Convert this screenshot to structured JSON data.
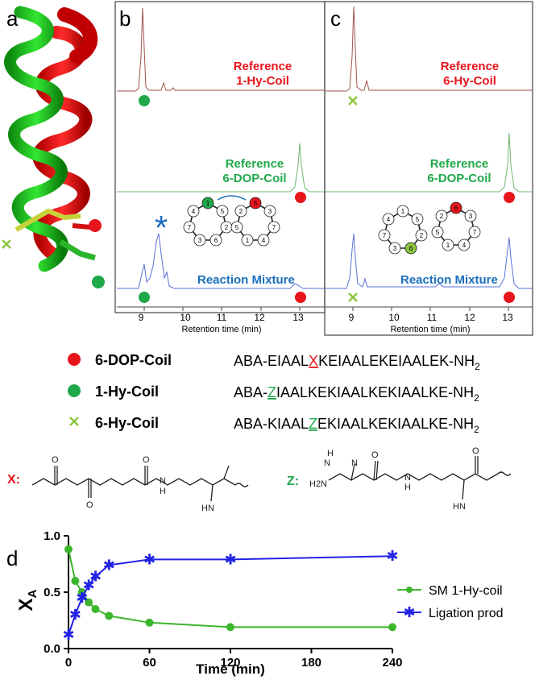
{
  "panels": {
    "a": "a",
    "b": "b",
    "c": "c",
    "d": "d"
  },
  "panel_b": {
    "ref1_line1": "Reference",
    "ref1_line2": "1-Hy-Coil",
    "ref2_line1": "Reference",
    "ref2_line2": "6-DOP-Coil",
    "mix": "Reaction Mixture",
    "xticks": [
      "9",
      "10",
      "11",
      "12",
      "13"
    ],
    "xlabel": "Retention time (min)",
    "wheel_left": [
      "1",
      "5",
      "2",
      "6",
      "3",
      "7",
      "4"
    ],
    "wheel_right": [
      "6",
      "3",
      "7",
      "4",
      "1",
      "5",
      "2"
    ]
  },
  "panel_c": {
    "ref1_line1": "Reference",
    "ref1_line2": "6-Hy-Coil",
    "ref2_line1": "Reference",
    "ref2_line2": "6-DOP-Coil",
    "mix": "Reaction Mixture",
    "xticks": [
      "9",
      "10",
      "11",
      "12",
      "13"
    ],
    "xlabel": "Retention time (min)",
    "wheel_left": [
      "1",
      "5",
      "2",
      "6",
      "3",
      "7",
      "4"
    ],
    "wheel_right": [
      "6",
      "3",
      "7",
      "4",
      "1",
      "5",
      "2"
    ]
  },
  "legend": [
    {
      "name": "6-DOP-Coil",
      "seq_pre": "ABA-EIAAL",
      "seq_mark": "X",
      "seq_post": "KEIAALEKEIAALEK-NH",
      "sub": "2",
      "marker": "red-dot"
    },
    {
      "name": "1-Hy-Coil",
      "seq_pre": "ABA-",
      "seq_mark": "Z",
      "seq_post": "IAALKEKIAALKEKIAALKE-NH",
      "sub": "2",
      "marker": "green-dot"
    },
    {
      "name": "6-Hy-Coil",
      "seq_pre": "ABA-KIAAL",
      "seq_mark": "Z",
      "seq_post": "EKIAALKEKIAALKE-NH",
      "sub": "2",
      "marker": "green-cross"
    }
  ],
  "structures": {
    "x_label": "X:",
    "z_label": "Z:",
    "x_atoms": [
      "O",
      "O",
      "O",
      "N",
      "H",
      "HN"
    ],
    "z_atoms": [
      "H",
      "N",
      "H2N",
      "N",
      "O",
      "O",
      "N",
      "H",
      "HN"
    ]
  },
  "colors": {
    "red": "#e8141c",
    "green": "#1fa84a",
    "lightgreen": "#8dc63f",
    "blue": "#1a6fbd",
    "navy": "#1f1fe0",
    "ref_brown": "#a0524d"
  },
  "chart_data": {
    "type": "line",
    "xlabel": "Time (min)",
    "ylabel": "X",
    "ylabel_sub": "A",
    "xlim": [
      0,
      240
    ],
    "ylim": [
      0,
      1.0
    ],
    "xticks": [
      0,
      60,
      120,
      180,
      240
    ],
    "yticks": [
      0.0,
      0.5,
      1.0
    ],
    "ytick_labels": [
      "0.0",
      "0.5",
      "1.0"
    ],
    "legend_placement": "right",
    "series": [
      {
        "name": "SM 1-Hy-coil",
        "color": "#3cb62c",
        "marker": "circle",
        "x": [
          0,
          5,
          10,
          15,
          20,
          30,
          60,
          120,
          240
        ],
        "y": [
          0.88,
          0.6,
          0.5,
          0.41,
          0.35,
          0.29,
          0.23,
          0.19,
          0.19
        ]
      },
      {
        "name": "Ligation prod",
        "color": "#2222e6",
        "marker": "star",
        "x": [
          0,
          5,
          10,
          15,
          20,
          30,
          60,
          120,
          240
        ],
        "y": [
          0.12,
          0.3,
          0.45,
          0.56,
          0.64,
          0.74,
          0.79,
          0.79,
          0.82
        ]
      }
    ]
  }
}
